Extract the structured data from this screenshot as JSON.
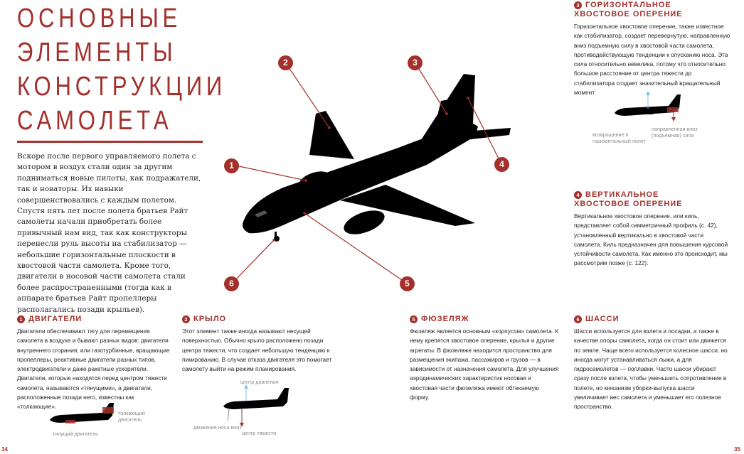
{
  "title": {
    "line1": "ОСНОВНЫЕ",
    "line2": "ЭЛЕМЕНТЫ",
    "line3": "КОНСТРУКЦИИ",
    "line4": "САМОЛЕТА"
  },
  "intro": "Вскоре после первого управляемого полета с мотором в воздух стали один за другим подниматься новые пилоты, как подражатели, так и новаторы. Их навыки совершенствовались с каждым полетом. Спустя пять лет после полета братьев Райт самолеты начали приобретать более привычный нам вид, так как конструкторы перенесли руль высоты на стабилизатор — небольшие горизонтальные плоскости в хвостовой части самолета. Кроме того, двигатели в носовой части самолета стали более распространенными (тогда как в аппарате братьев Райт пропеллеры располагались позади крыльев).",
  "callouts": [
    "1",
    "2",
    "3",
    "4",
    "5",
    "6"
  ],
  "sections": {
    "s3": {
      "num": "3",
      "title1": "ГОРИЗОНТАЛЬНОЕ",
      "title2": "ХВОСТОВОЕ ОПЕРЕНИЕ",
      "text": "Горизонтальное хвостовое оперение, также известное как стабилизатор, создает перевернутую, направленную вниз подъемную силу в хвостовой части самолета, противодействующую тенденции к опусканию носа. Эта сила относительно невелика, потому что относительно большое расстояние от центра тяжести до стабилизатора создает значительный вращательный момент.",
      "label_left": "возвращение в горизонтальный полет",
      "label_right": "направленная вниз (подъемная) сила"
    },
    "s4": {
      "num": "4",
      "title1": "ВЕРТИКАЛЬНОЕ",
      "title2": "ХВОСТОВОЕ ОПЕРЕНИЕ",
      "text": "Вертикальное хвостовое оперение, или киль, представляет собой симметричный профиль (с. 42), установленный вертикально в хвостовой части самолета. Киль предназначен для повышения курсовой устойчивости самолета. Как именно это происходит, мы рассмотрим позже (с. 122)."
    },
    "s1": {
      "num": "1",
      "title": "ДВИГАТЕЛИ",
      "text": "Двигатели обеспечивают тягу для перемещения самолета в воздухе и бывают разных видов: двигатели внутреннего сгорания, или газотурбинные, вращающие пропеллеры, реактивные двигатели разных типов, электродвигатели и даже ракетные ускорители. Двигатели, которые находятся перед центром тяжести самолета, называются «тянущими», а двигатели, расположенные позади него, известны как «толкающие».",
      "label_push": "толкающий двигатель",
      "label_pull": "тянущий двигатель"
    },
    "s2": {
      "num": "2",
      "title": "КРЫЛО",
      "text": "Этот элемент также иногда называют несущей поверхностью. Обычно крыло расположено позади центра тяжести, что создает небольшую тенденцию к пикированию. В случае отказа двигателя это помогает самолету выйти на режим планирования.",
      "label_pressure": "центр давления",
      "label_nose": "движение носа вниз",
      "label_gravity": "центр тяжести"
    },
    "s5": {
      "num": "5",
      "title": "ФЮЗЕЛЯЖ",
      "text": "Фюзеляж является основным «корпусом» самолета. К нему крепятся хвостовое оперение, крылья и другие агрегаты. В фюзеляже находится пространство для размещения экипажа, пассажиров и грузов — в зависимости от назначения самолета. Для улучшения аэродинамических характеристик носовая и хвостовая части фюзеляжа имеют обтекаемую форму."
    },
    "s6": {
      "num": "6",
      "title": "ШАССИ",
      "text": "Шасси используется для взлета и посадки, а также в качестве опоры самолета, когда он стоит или движется по земле. Чаще всего используется колесное шасси, но иногда могут устанавливаться лыжи, а для гидросамолетов — поплавки. Часто шасси убирают сразу после взлета, чтобы уменьшить сопротивление в полете, но механизм уборки-выпуска шасси увеличивает вес самолета и уменьшает его полезное пространство."
    }
  },
  "pages": {
    "left": "34",
    "right": "35"
  },
  "colors": {
    "accent": "#a3302b",
    "arrow": "#7fc4e8"
  }
}
